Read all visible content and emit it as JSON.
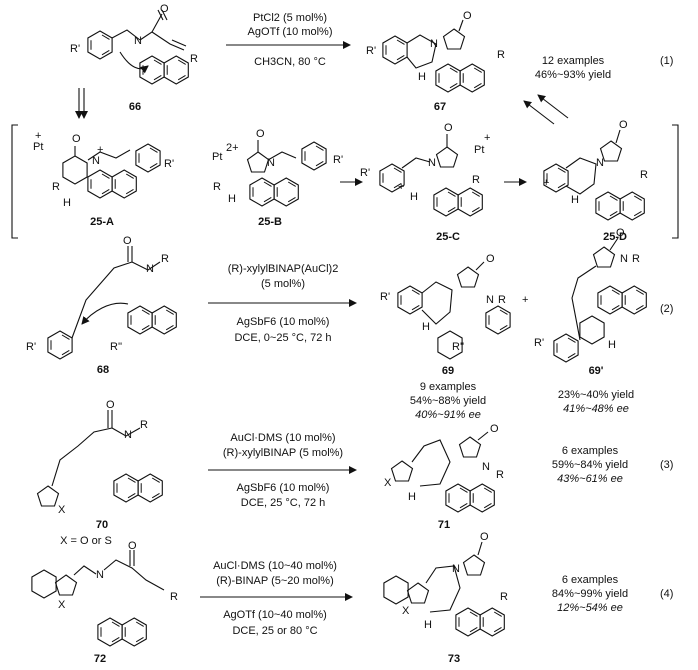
{
  "rxn1": {
    "cond_top_1": "PtCl2 (5 mol%)",
    "cond_top_2": "AgOTf (10 mol%)",
    "cond_bottom": "CH3CN, 80 °C",
    "sm_label": "66",
    "prod_label": "67",
    "examples": "12 examples",
    "yield": "46%~93% yield",
    "eq": "(1)"
  },
  "intermediates": [
    "25-A",
    "25-B",
    "25-C",
    "25-D"
  ],
  "atom_labels": {
    "R": "R",
    "Rp": "R'",
    "Rpp": "R''",
    "N": "N",
    "O": "O",
    "H": "H",
    "X": "X",
    "Pt": "Pt",
    "Pt2": "Pt",
    "plus": "+",
    "twoplus": "2+"
  },
  "rxn2": {
    "cond_1": "(R)-xylylBINAP(AuCl)2",
    "cond_2": "(5 mol%)",
    "cond_3": "AgSbF6 (10 mol%)",
    "cond_4": "DCE, 0~25 °C, 72 h",
    "sm_label": "68",
    "prod_label": "69",
    "prod2_label": "69'",
    "plus": "+",
    "examples": "9 examples",
    "yield": "54%~88% yield",
    "ee": "40%~91% ee",
    "yield2": "23%~40% yield",
    "ee2": "41%~48% ee",
    "eq": "(2)"
  },
  "rxn3": {
    "cond_1": "AuCl·DMS (10 mol%)",
    "cond_2": "(R)-xylylBINAP (5 mol%)",
    "cond_3": "AgSbF6 (10 mol%)",
    "cond_4": "DCE, 25 °C, 72 h",
    "sm_label": "70",
    "prod_label": "71",
    "x_note": "X = O or S",
    "examples": "6 examples",
    "yield": "59%~84% yield",
    "ee": "43%~61% ee",
    "eq": "(3)"
  },
  "rxn4": {
    "cond_1": "AuCl·DMS (10~40 mol%)",
    "cond_2": "(R)-BINAP (5~20 mol%)",
    "cond_3": "AgOTf (10~40 mol%)",
    "cond_4": "DCE, 25 or 80 °C",
    "sm_label": "72",
    "prod_label": "73",
    "examples": "6 examples",
    "yield": "84%~99% yield",
    "ee": "12%~54% ee",
    "eq": "(4)"
  }
}
